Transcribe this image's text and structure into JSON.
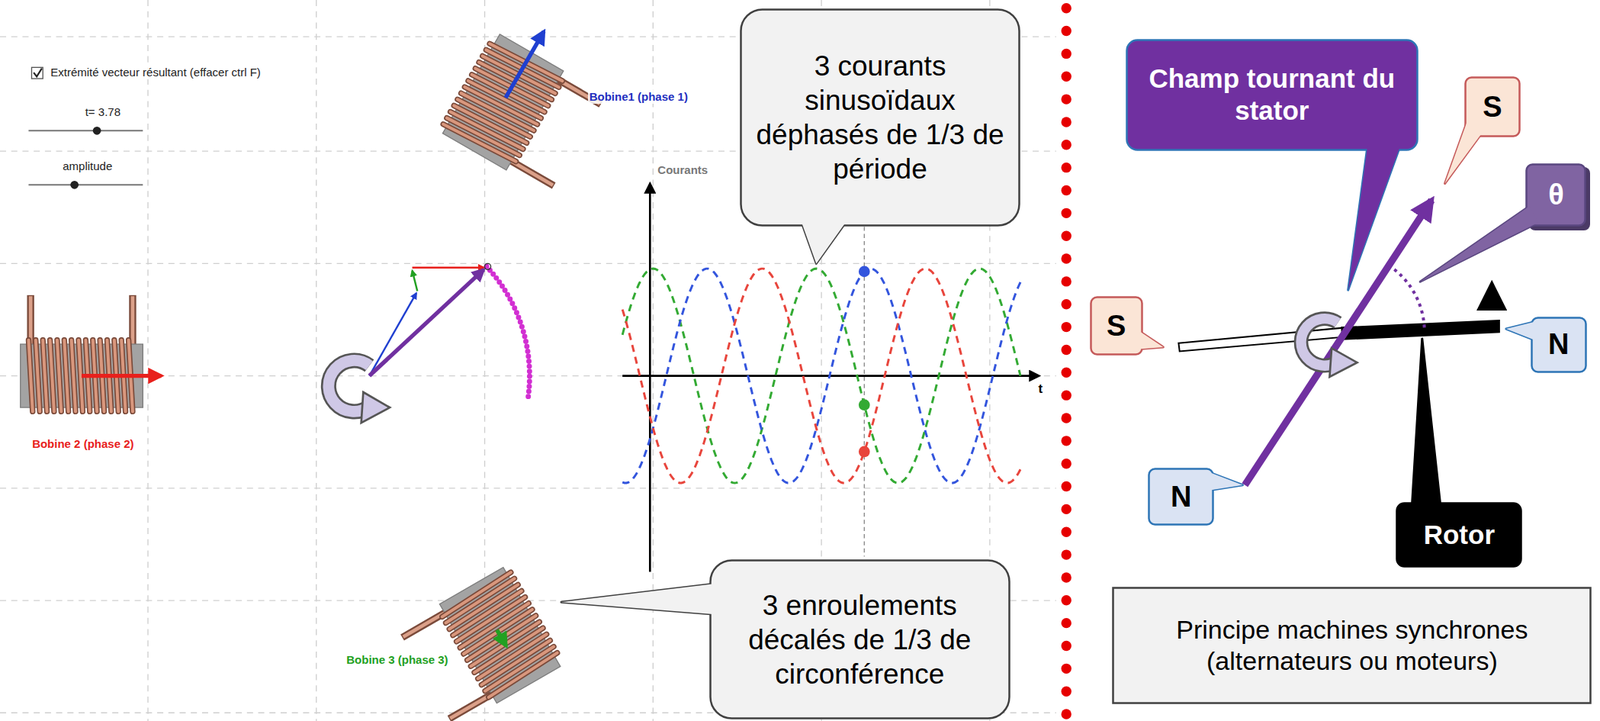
{
  "diagram": {
    "nodes": [
      {
        "text": [
          "3 courants sinusoïdaux déphasés de 1/3 de période"
        ]
      },
      {
        "text": [
          "3 enroulements décalés de 1/3 de circonférence"
        ]
      },
      {
        "text": [
          "Champ tournant du stator"
        ]
      },
      {
        "text": [
          "S"
        ]
      },
      {
        "text": [
          "θ"
        ]
      },
      {
        "text": [
          "S"
        ]
      },
      {
        "text": [
          "N"
        ]
      },
      {
        "text": [
          "N"
        ]
      },
      {
        "text": [
          "Rotor"
        ]
      },
      {
        "text": [
          "Principe machines synchrones (alternateurs ou moteurs)"
        ]
      }
    ],
    "labels": [
      "Extrémité vecteur résultant (effacer ctrl F)",
      "t= 3.78",
      "amplitude",
      "Bobine1 (phase 1)",
      "Bobine 2 (phase 2)",
      "Bobine 3 (phase 3)",
      "Courants",
      "t"
    ]
  }
}
